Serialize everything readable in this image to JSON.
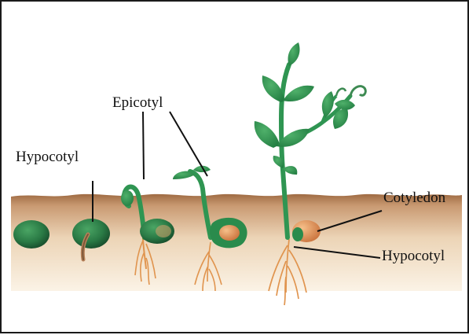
{
  "labels": {
    "epicotyl": "Epicotyl",
    "hypocotyl_left": "Hypocotyl",
    "cotyledon": "Cotyledon",
    "hypocotyl_right": "Hypocotyl"
  },
  "colors": {
    "soil_top": "#a9764e",
    "soil_bottom": "#f6ead7",
    "seed_dark": "#1c5a32",
    "seed_light": "#3f9a5a",
    "leaf": "#2a8b4c",
    "stem": "#2f9552",
    "root": "#e0944e",
    "cotyledon": "#e39a5a"
  }
}
